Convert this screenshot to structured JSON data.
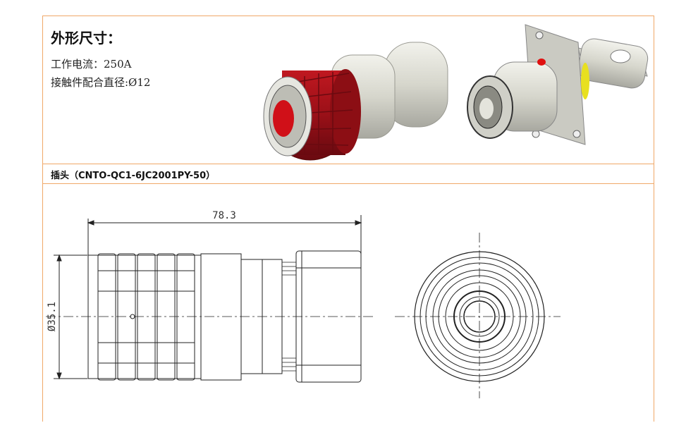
{
  "header": {
    "title": "外形尺寸：",
    "spec_current": "工作电流：250A",
    "spec_contact": "接触件配合直径:Ø12"
  },
  "section": {
    "plug_label": "插头（CNTO-QC1-6JC2001PY-50）"
  },
  "drawing": {
    "length_dim": "78.3",
    "diameter_dim": "Ø35.1"
  },
  "colors": {
    "border": "#f0a868",
    "plug_red": "#a01218",
    "body_gray": "#d8d8d0",
    "accent_yellow": "#e8e020",
    "marker_red": "#e01010"
  }
}
